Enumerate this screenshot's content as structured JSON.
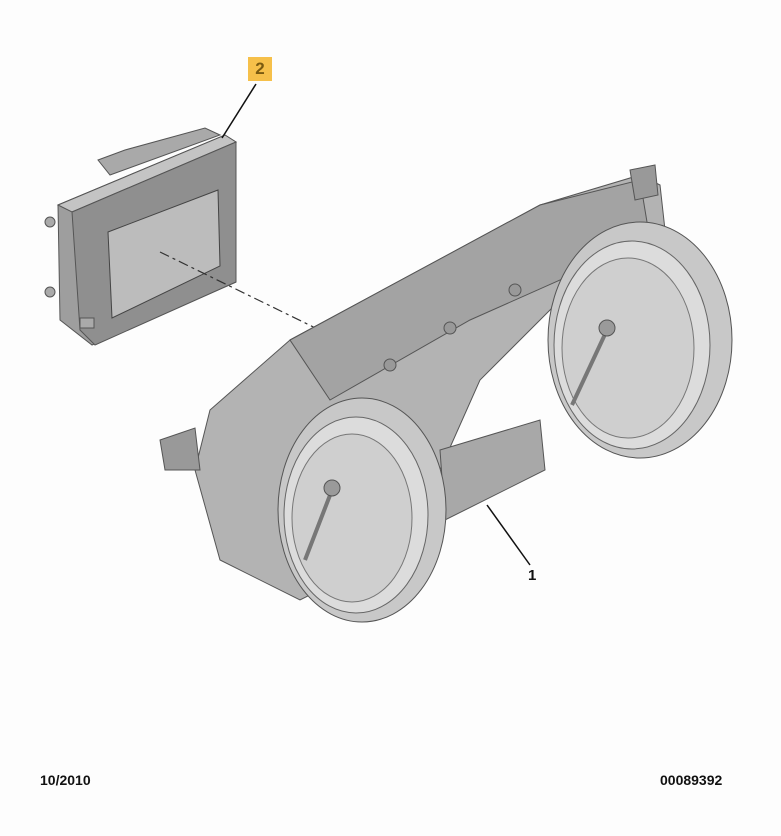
{
  "callouts": {
    "part1": "1",
    "part2": "2"
  },
  "footer": {
    "date": "10/2010",
    "reference": "00089392"
  },
  "colors": {
    "part_fill": "#bdbdbd",
    "part_dark": "#8c8c8c",
    "part_light": "#dedede",
    "callout_highlight": "#f6c04a"
  }
}
